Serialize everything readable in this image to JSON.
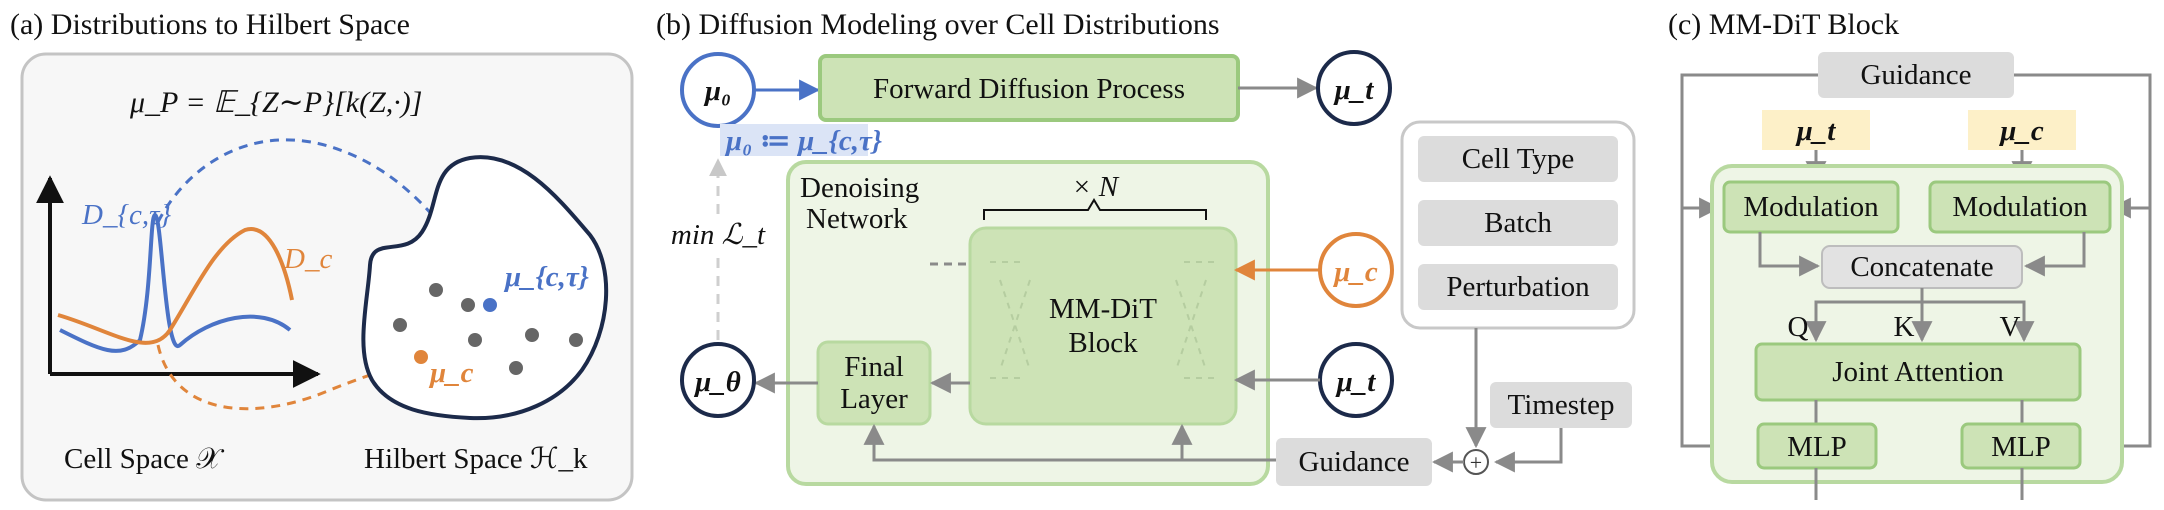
{
  "panel_a": {
    "title": "(a) Distributions to Hilbert Space",
    "formula": "μ_P = 𝔼_{Z∼P}[k(Z,·)]",
    "curve_label_1": "D_{c,τ}",
    "curve_label_2": "D_c",
    "point_label_1": "μ_{c,τ}",
    "point_label_2": "μ_c",
    "cell_space": "Cell Space 𝒳",
    "hilbert_space": "Hilbert Space ℋ_k"
  },
  "panel_b": {
    "title": "(b) Diffusion Modeling over Cell Distributions",
    "mu0": "μ₀",
    "forward": "Forward Diffusion Process",
    "mut_top": "μ_t",
    "mu0_def": "μ₀ ≔ μ_{c,τ}",
    "loss": "min ℒ_t",
    "denoise_l1": "Denoising",
    "denoise_l2": "Network",
    "repeat": "× N",
    "block_l1": "MM-DiT",
    "block_l2": "Block",
    "final_l1": "Final",
    "final_l2": "Layer",
    "mu_theta": "μ_θ",
    "mu_c": "μ_c",
    "mu_t": "μ_t",
    "cond_items": [
      "Cell Type",
      "Batch",
      "Perturbation"
    ],
    "timestep": "Timestep",
    "guidance": "Guidance",
    "plus": "+"
  },
  "panel_c": {
    "title": "(c) MM-DiT Block",
    "guidance": "Guidance",
    "mu_t": "μ_t",
    "mu_c": "μ_c",
    "modulation_left": "Modulation",
    "modulation_right": "Modulation",
    "concatenate": "Concatenate",
    "q": "Q",
    "k": "K",
    "v": "V",
    "joint_attention": "Joint Attention",
    "mlp_left": "MLP",
    "mlp_right": "MLP"
  },
  "colors": {
    "blue": "#4a72c6",
    "orange": "#e0853b",
    "navy": "#1c2a4a",
    "green_fill": "#eef5e6",
    "green_box": "#cde3b6",
    "green_stroke": "#9bc97e",
    "gray_fill": "#dcdcdc",
    "yellow_fill": "#fdf0c8"
  }
}
